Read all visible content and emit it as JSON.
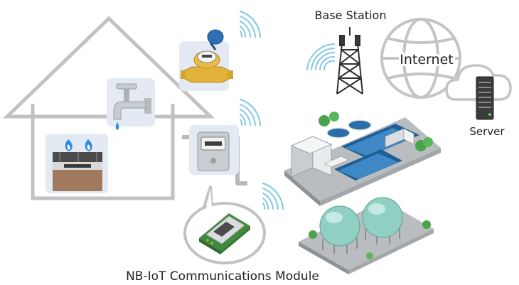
{
  "labels": {
    "base_station": "Base Station",
    "internet": "Internet",
    "server": "Server",
    "module": "NB-IoT Communications Module"
  },
  "icons": [
    "house-outline-icon",
    "gas-stove-icon",
    "water-faucet-icon",
    "water-meter-icon",
    "gas-meter-icon",
    "wireless-signal-icon",
    "base-station-tower-icon",
    "globe-icon",
    "cloud-icon",
    "server-icon",
    "water-treatment-plant-icon",
    "gas-storage-tanks-icon",
    "nb-iot-module-icon"
  ],
  "colors": {
    "outline": "#c2c2c2",
    "signal": "#7fc8e6",
    "panel": "#e3eaf4",
    "stove_body": "#a17a5e",
    "tank": "#8fd0c3",
    "flame": "#2b8de0"
  }
}
